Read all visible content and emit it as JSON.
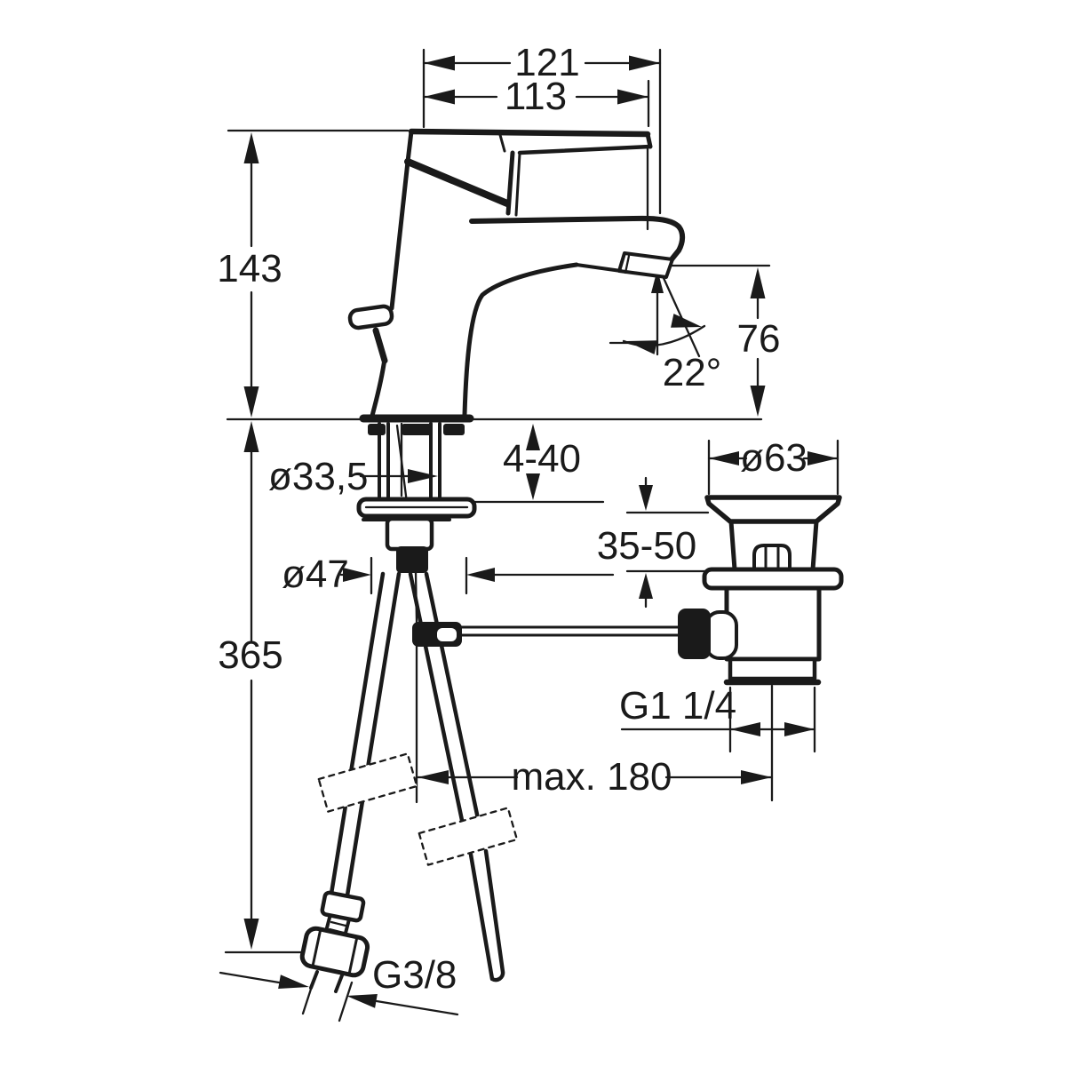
{
  "drawing": {
    "background_color": "#ffffff",
    "line_color": "#1a1a1a",
    "dimensions": {
      "total_projection": "121",
      "spout_reach": "113",
      "total_height": "143",
      "spout_height": "76",
      "spout_angle": "22°",
      "tap_hole_diameter": "ø33,5",
      "tap_deck_thickness": "4-40",
      "waste_flange_diameter": "ø63",
      "waste_deck_thickness": "35-50",
      "base_diameter": "ø47",
      "hose_length": "365",
      "waste_thread": "G1 1/4",
      "rod_reach": "max. 180",
      "supply_thread": "G3/8"
    }
  }
}
